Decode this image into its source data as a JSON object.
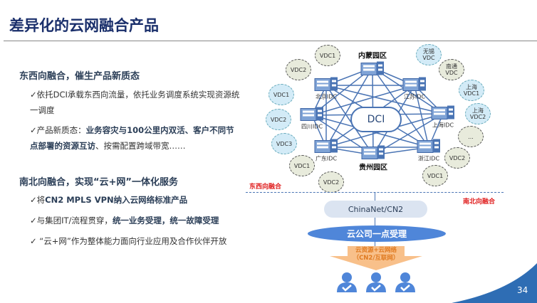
{
  "title": "差异化的云网融合产品",
  "section1": {
    "heading": "东西向融合，催生产品新质态",
    "b1": "✓依托DCI承载东西向流量，依托业务调度系统实现资源统一调度",
    "b2_prefix": "✓产品新质态：",
    "b2_bold": "业务容灾与100公里内双活、客户不同节点部署的资源互访",
    "b2_suffix": "、按需配置跨域带宽……"
  },
  "section2": {
    "heading": "南北向融合，实现“云+网”一体化服务",
    "b1_prefix": "✓将",
    "b1_bold": "CN2 MPLS VPN纳入云网络标准产品",
    "b2_prefix": "✓与集团IT/流程贯穿，",
    "b2_bold": "统一业务受理，统一故障受理",
    "b3": "✓ “云+网”作为整体能力面向行业应用及合作伙伴开放"
  },
  "diagram": {
    "core": "DCI",
    "nodes": [
      "内蒙园区",
      "北京IDC",
      "江苏IDC",
      "四川IDC",
      "上海IDC",
      "广东IDC",
      "浙江IDC",
      "贵州园区"
    ],
    "vdcs": [
      "VDC1",
      "VDC2",
      "VDC1",
      "VDC2",
      "VDC3",
      "VDC1",
      "VDC2",
      "无锡 VDC",
      "南通 VDC",
      "上海 VDC1",
      "上海 VDC2",
      "...",
      "VDC2",
      "VDC1"
    ],
    "east_west_label": "东西向融合",
    "north_south_label": "南北向融合",
    "network": "ChinaNet/CN2",
    "accept": "云公司一点受理",
    "arrow_l1": "云资源+云网络",
    "arrow_l2": "（CN2/互联网）"
  },
  "page_number": "34",
  "colors": {
    "title": "#1a2f6b",
    "red": "#e02020",
    "blue": "#4f86d9",
    "orange": "#f8c08a",
    "corner": "#2e6db4"
  }
}
